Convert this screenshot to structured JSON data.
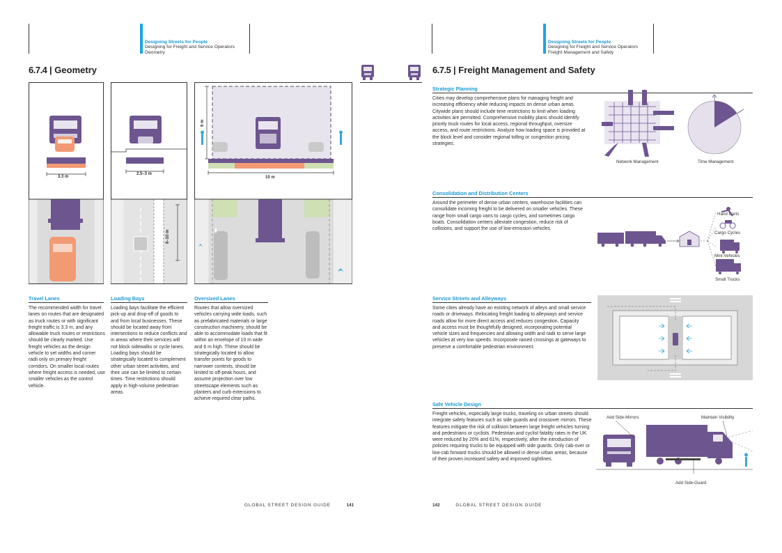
{
  "left_page": {
    "header": {
      "line1": "Designing Streets for People",
      "line2": "Designing for Freight and Service Operators",
      "line3": "Geometry"
    },
    "section_number": "6.7.4",
    "section_title": "Geometry",
    "diagram_labels": {
      "width_travel": "3.3 m",
      "width_loading": "2.5–3 m",
      "height_oversized": "6 m",
      "width_oversized": "10 m",
      "length_loading": "8–10 m"
    },
    "columns": [
      {
        "caption": "Travel Lanes",
        "text": "The recommended width for travel lanes on routes that are designated as truck routes or with significant freight traffic is 3.3 m, and any allowable truck routes or restrictions should be clearly marked. Use freight vehicles as the design vehicle to set widths and corner radii only on primary freight corridors. On smaller local routes where freight access is needed, use smaller vehicles as the control vehicle."
      },
      {
        "caption": "Loading Bays",
        "text": "Loading bays facilitate the efficient pick-up and drop-off of goods to and from local businesses. These should be located away from intersections to reduce conflicts and in areas where their services will not block sidewalks or cycle lanes. Loading bays should be strategically located to complement other urban street activities, and their use can be limited to certain times. Time restrictions should apply in high-volume pedestrian areas."
      },
      {
        "caption": "Oversized Lanes",
        "text": "Routes that allow oversized vehicles carrying wide loads, such as prefabricated materials or large construction machinery, should be able to accommodate loads that fit within an envelope of 10 m wide and 6 m high. These should be strategically located to allow transfer points for goods to narrower contexts, should be limited to off-peak hours, and assume projection over low streetscape elements such as planters and curb extensions to achieve required clear paths."
      }
    ],
    "footer": {
      "title": "GLOBAL STREET DESIGN GUIDE",
      "page": "141"
    }
  },
  "right_page": {
    "header": {
      "line1": "Designing Streets for People",
      "line2": "Designing for Freight and Service Operators",
      "line3": "Freight Management and Safety"
    },
    "section_number": "6.7.5",
    "section_title": "Freight Management and Safety",
    "sections": [
      {
        "caption": "Strategic Planning",
        "text": "Cities may develop comprehensive plans for managing freight and increasing efficiency while reducing impacts on dense urban areas. Citywide plans should include time restrictions to limit when loading activities are permitted. Comprehensive mobility plans should identify priority truck routes for local access, regional throughput, oversize access, and route restrictions. Analyze how loading space is provided at the block level and consider regional tolling or congestion pricing strategies."
      },
      {
        "caption": "Consolidation and Distribution Centers",
        "text": "Around the perimeter of dense urban centers, warehouse facilities can consolidate incoming freight to be delivered on smaller vehicles. These range from small cargo vans to cargo cycles, and sometimes cargo boats. Consolidation centers alleviate congestion, reduce risk of collisions, and support the use of low-emission vehicles."
      },
      {
        "caption": "Service Streets and Alleyways",
        "text": "Some cities already have an existing network of alleys and small service roads or driveways. Relocating freight loading to alleyways and service roads allow for more direct access and reduces congestion. Capacity and access must be thoughtfully designed, incorporating potential vehicle sizes and frequencies and allowing width and radii to serve large vehicles at very low speeds. Incorporate raised crossings at gateways to preserve a comfortable pedestrian environment."
      },
      {
        "caption": "Safe Vehicle Design",
        "text": "Freight vehicles, especially large trucks, traveling on urban streets should integrate safety features such as side guards and crossover mirrors. These features mitigate the risk of collision between large freight vehicles turning and pedestrians or cyclists. Pedestrian and cyclist fatality rates in the UK were reduced by 20% and 61%, respectively, after the introduction of policies requiring trucks to be equipped with side guards. Only cab-over or low-cab forward trucks should be allowed in dense urban areas, because of their proven increased safety and improved sightlines."
      }
    ],
    "diagram_labels": {
      "network": "Network Management",
      "time": "Time Management",
      "hand_carts": "Hand Carts",
      "cargo_cycles": "Cargo Cycles",
      "mini_vehicles": "Mini-Vehicles",
      "small_trucks": "Small Trucks",
      "add_side_mirrors": "Add Side-Mirrors",
      "maintain_visibility": "Maintain Visibility",
      "add_side_guard": "Add Side-Guard"
    },
    "footer": {
      "page": "142",
      "title": "GLOBAL STREET DESIGN GUIDE"
    }
  },
  "colors": {
    "accent": "#1aa7e0",
    "purple": "#6d5590",
    "orange": "#f29a74",
    "green": "#cfe0b4",
    "gray": "#d9d9d9"
  }
}
